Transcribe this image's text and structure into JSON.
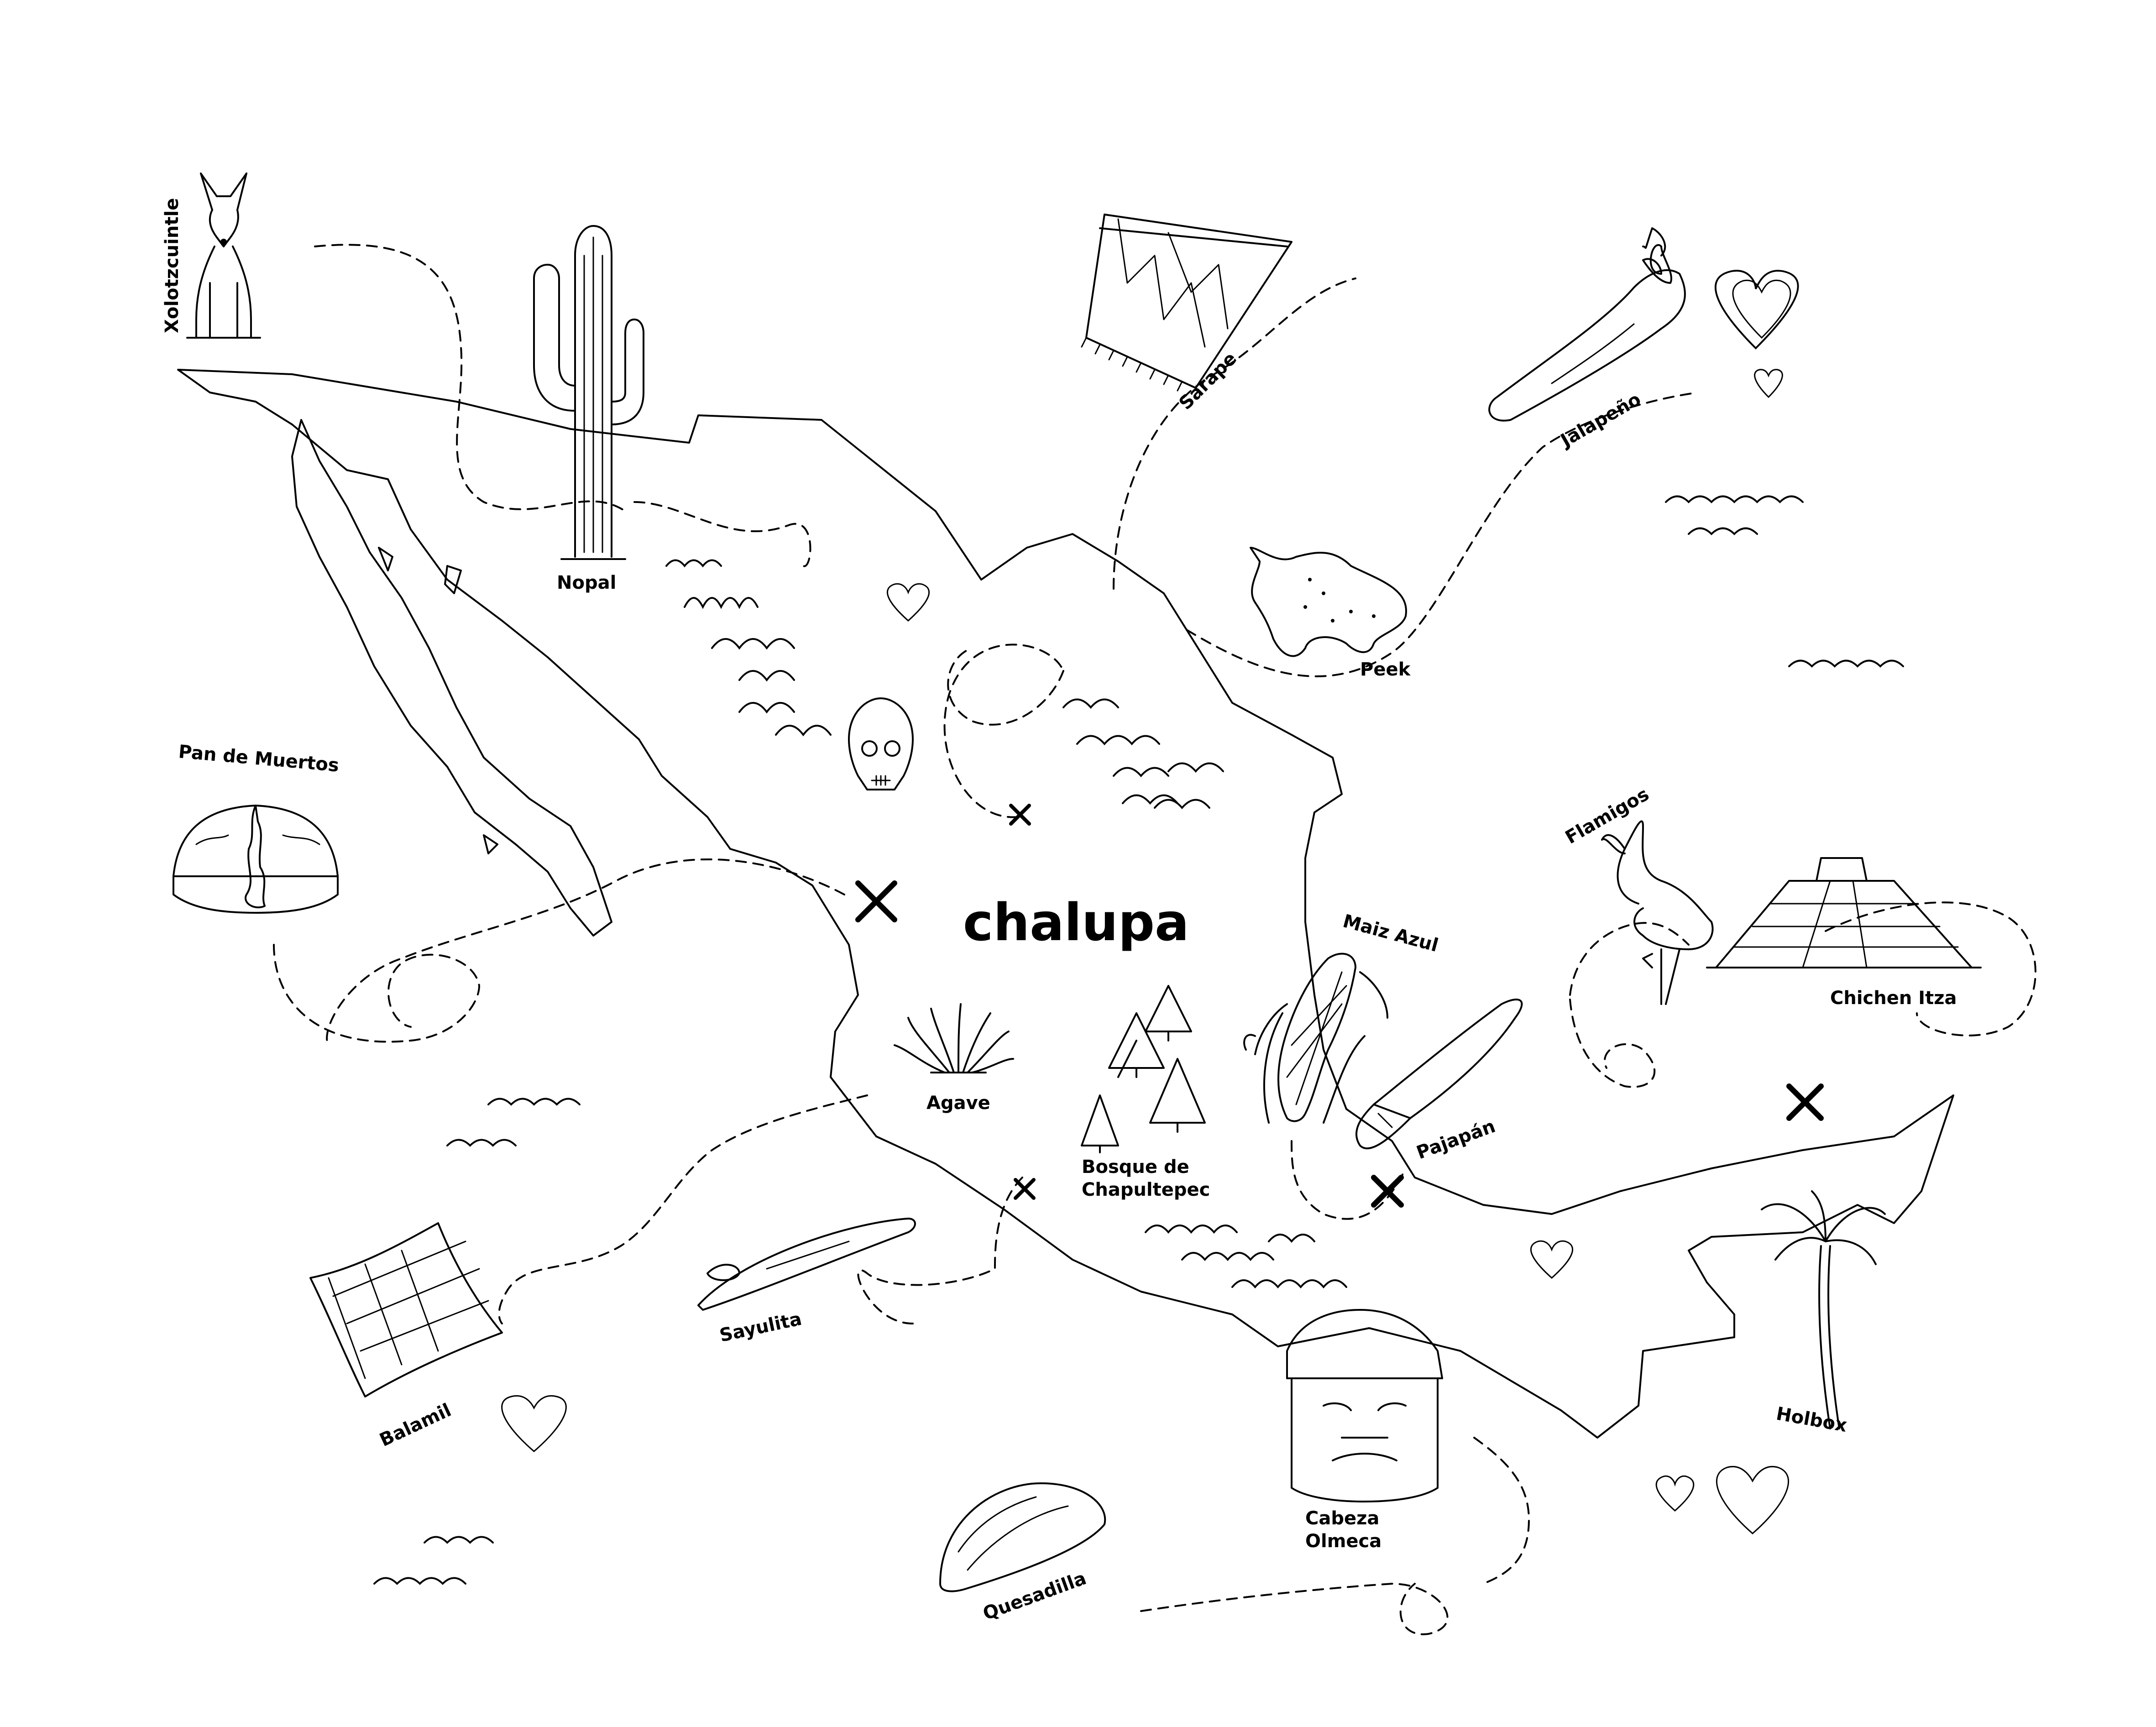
{
  "map": {
    "title": "chalupa",
    "colors": {
      "ink": "#000000",
      "background": "#ffffff"
    },
    "labels": {
      "xolotzcuintle": "Xolotzcuintle",
      "nopal": "Nopal",
      "sarape": "Sarape",
      "jalapeno": "Jalapeño",
      "peek": "Peek",
      "pan_de_muertos": "Pan de Muertos",
      "flamigos": "Flamigos",
      "maiz_azul": "Maiz Azul",
      "chichen_itza": "Chichen Itza",
      "agave": "Agave",
      "bosque_line1": "Bosque de",
      "bosque_line2": "Chapultepec",
      "pajapan": "Pajapán",
      "sayulita": "Sayulita",
      "balamil": "Balamil",
      "holbox": "Holbox",
      "cabeza_line1": "Cabeza",
      "cabeza_line2": "Olmeca",
      "quesadilla": "Quesadilla"
    },
    "icons": [
      "dog-icon",
      "cactus-icon",
      "rug-icon",
      "chili-pepper-icon",
      "starfish-icon",
      "bread-icon",
      "skull-icon",
      "flamingo-icon",
      "corn-icon",
      "pyramid-icon",
      "agave-icon",
      "pine-trees-icon",
      "machete-icon",
      "surfboard-icon",
      "pillow-icon",
      "palm-tree-icon",
      "olmec-head-icon",
      "taco-icon",
      "heart-icon",
      "x-mark-icon",
      "wave-icon"
    ]
  }
}
